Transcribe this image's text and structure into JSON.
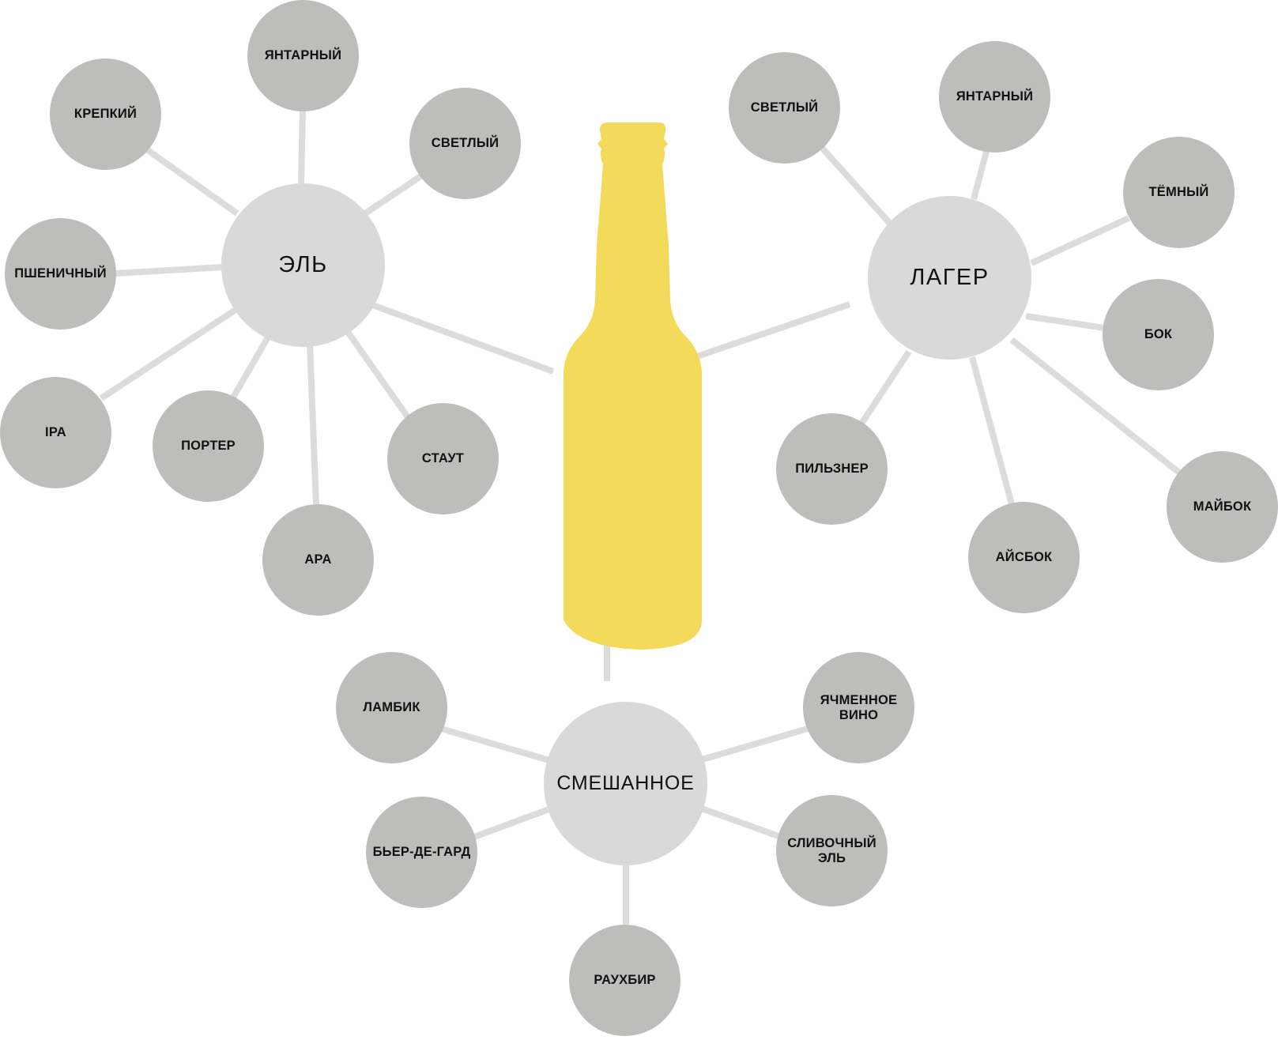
{
  "colors": {
    "bottle": "#f4da5a",
    "hub": "#d9d9d9",
    "leaf": "#bdbdbc",
    "edge": "#dcdcdc"
  },
  "center": {
    "icon": "beer-bottle-icon"
  },
  "clusters": [
    {
      "key": "ale",
      "label": "ЭЛЬ",
      "items": [
        "ЯНТАРНЫЙ",
        "КРЕПКИЙ",
        "СВЕТЛЫЙ",
        "ПШЕНИЧНЫЙ",
        "IPA",
        "ПОРТЕР",
        "СТАУТ",
        "APA"
      ]
    },
    {
      "key": "lager",
      "label": "ЛАГЕР",
      "items": [
        "СВЕТЛЫЙ",
        "ЯНТАРНЫЙ",
        "ТЁМНЫЙ",
        "БОК",
        "ПИЛЬЗНЕР",
        "АЙСБОК",
        "МАЙБОК"
      ]
    },
    {
      "key": "mixed",
      "label": "СМЕШАННОЕ",
      "items": [
        "ЛАМБИК",
        "ЯЧМЕННОЕ\nВИНО",
        "БЬЕР-ДЕ-ГАРД",
        "СЛИВОЧНЫЙ\nЭЛЬ",
        "РАУХБИР"
      ]
    }
  ]
}
